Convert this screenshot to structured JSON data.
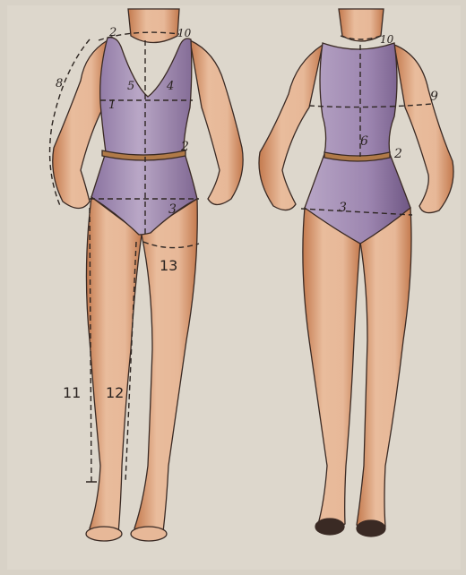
{
  "diagram": {
    "colors": {
      "paper": "#d8d2c7",
      "skin": "#e7b898",
      "skin_shadow": "#c47a4e",
      "leotard": "#a894b4",
      "leotard_dark": "#7f6792",
      "outline": "#3a2a24",
      "dash": "#2e2622",
      "belt": "#b07a48"
    },
    "front_figure": {
      "labels": {
        "m2_neck": "2",
        "m10_neck": "10",
        "m8_arm": "8",
        "m5": "5",
        "m4": "4",
        "m1_bust": "1",
        "m2_waist": "2",
        "m3_hip": "3",
        "m13_thigh": "13",
        "m11_side": "11",
        "m12_inseam": "12"
      }
    },
    "back_figure": {
      "labels": {
        "m10_neck": "10",
        "m9_back": "9",
        "m6_back_length": "6",
        "m2_waist": "2",
        "m3_hip": "3"
      }
    }
  }
}
